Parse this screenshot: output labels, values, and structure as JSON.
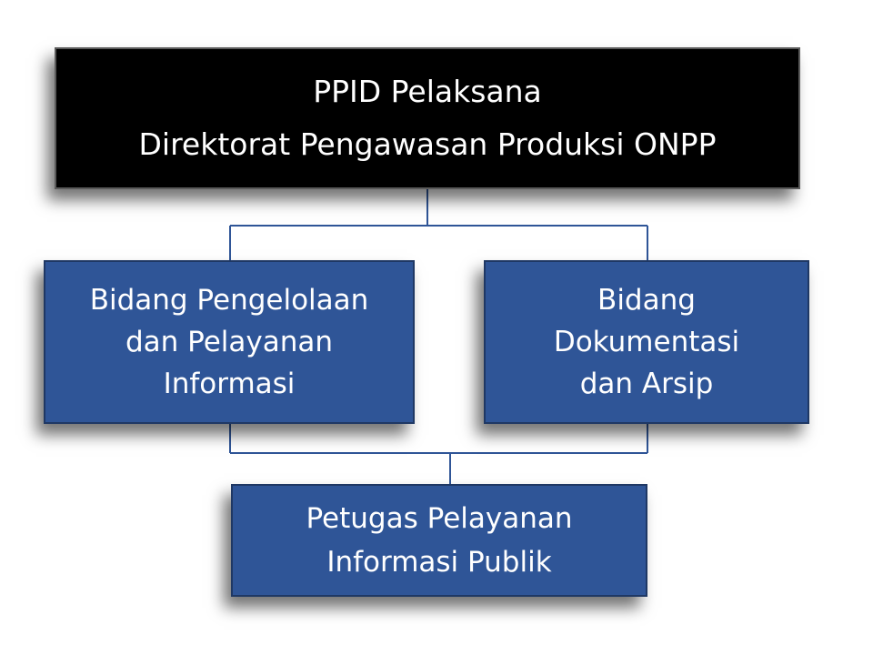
{
  "diagram": {
    "top_box": {
      "line1": "PPID Pelaksana",
      "line2": "Direktorat Pengawasan Produksi ONPP"
    },
    "left_box": {
      "line1": "Bidang Pengelolaan",
      "line2": "dan Pelayanan",
      "line3": "Informasi"
    },
    "right_box": {
      "line1": "Bidang",
      "line2": "Dokumentasi",
      "line3": "dan Arsip"
    },
    "bottom_box": {
      "line1": "Petugas Pelayanan",
      "line2": "Informasi Publik"
    },
    "colors": {
      "top_fill": "#000000",
      "box_fill": "#2f5597",
      "connector": "#2f5597",
      "text": "#ffffff"
    }
  }
}
